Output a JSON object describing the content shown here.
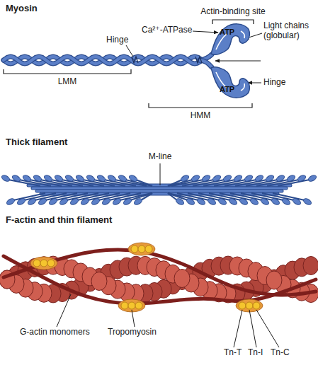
{
  "diagram": {
    "nodes": [
      {
        "text": [
          "ATP"
        ]
      },
      {
        "text": [
          "ATP"
        ]
      }
    ],
    "labels": [
      "Myosin",
      "Actin-binding site",
      "Ca²⁺-ATPase",
      "Light chains (globular)",
      "Hinge",
      "Hinge",
      "LMM",
      "HMM",
      "Thick filament",
      "M-line",
      "F-actin and thin filament",
      "G-actin monomers",
      "Tropomyosin",
      "Tn-T",
      "Tn-I",
      "Tn-C"
    ]
  }
}
